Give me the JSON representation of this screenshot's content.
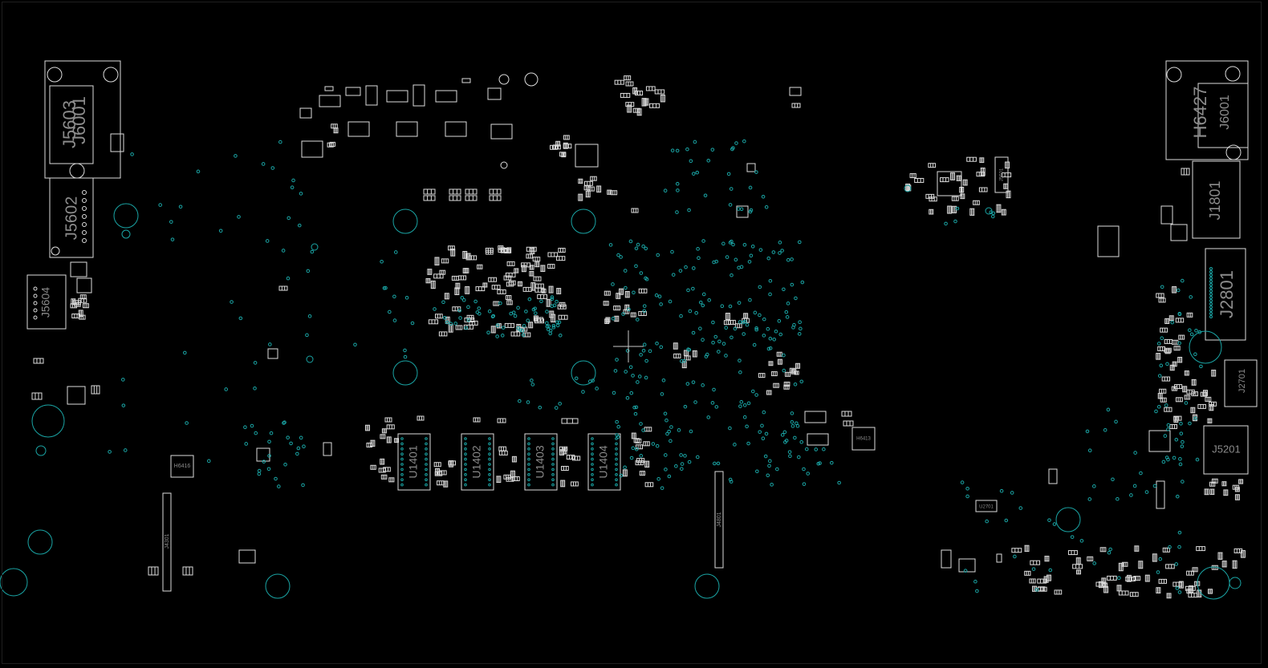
{
  "viewer": {
    "background": "#000000",
    "outline_color": "#dcdcdc",
    "via_color": "#1aa5a5",
    "label_color": "#8c8c8c"
  },
  "designators": {
    "j5603": "J5603",
    "j6001_left": "J6001",
    "j5602": "J5602",
    "j5604": "J5604",
    "h6416": "H6416",
    "u1401": "U1401",
    "u1402": "U1402",
    "u1403": "U1403",
    "u1404": "U1404",
    "h6413": "H6413",
    "h6427": "H6427",
    "j6001_right": "J6001",
    "j1801": "J1801",
    "j2801": "J2801",
    "j2701": "J2701",
    "j5201": "J5201",
    "j4801": "J4801",
    "j4301": "J4301",
    "u2701": "U2701",
    "j5601": "J5601"
  }
}
